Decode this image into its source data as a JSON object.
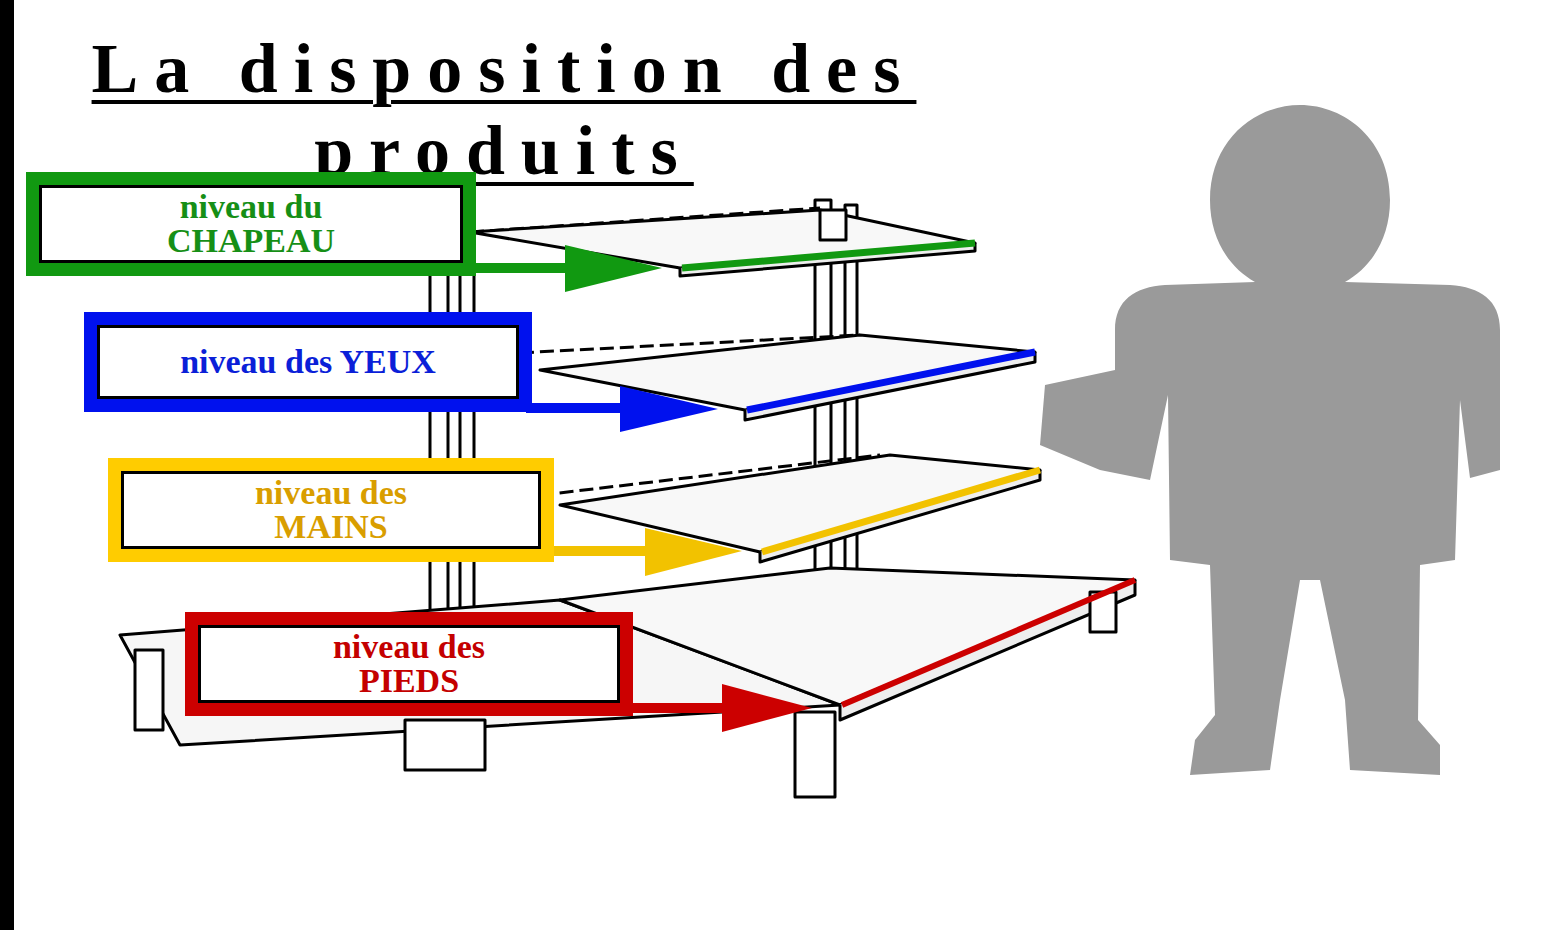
{
  "diagram": {
    "title": "La disposition des produits",
    "nodes": [
      {
        "text": [
          "niveau du CHAPEAU"
        ]
      },
      {
        "text": [
          "niveau des YEUX"
        ]
      },
      {
        "text": [
          "niveau des MAINS"
        ]
      },
      {
        "text": [
          "niveau des PIEDS"
        ]
      }
    ]
  }
}
